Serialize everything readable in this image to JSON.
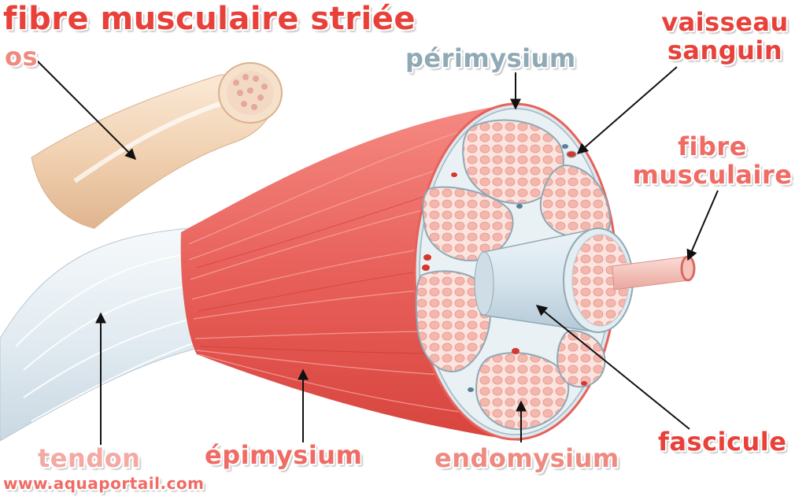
{
  "title": "fibre musculaire striée",
  "labels": {
    "os": "os",
    "perimysium": "périmysium",
    "vaisseau_line1": "vaisseau",
    "vaisseau_line2": "sanguin",
    "fibre_line1": "fibre",
    "fibre_line2": "musculaire",
    "tendon": "tendon",
    "epimysium": "épimysium",
    "endomysium": "endomysium",
    "fascicule": "fascicule"
  },
  "watermark": "www.aquaportail.com",
  "colors": {
    "title": "#e8413a",
    "label_red": "#e8413a",
    "label_grey": "#8fa9b5",
    "label_pink": "#f06b64",
    "muscle": "#e8605a",
    "bone": "#f2d7b8",
    "tendon": "#e6eef4"
  }
}
